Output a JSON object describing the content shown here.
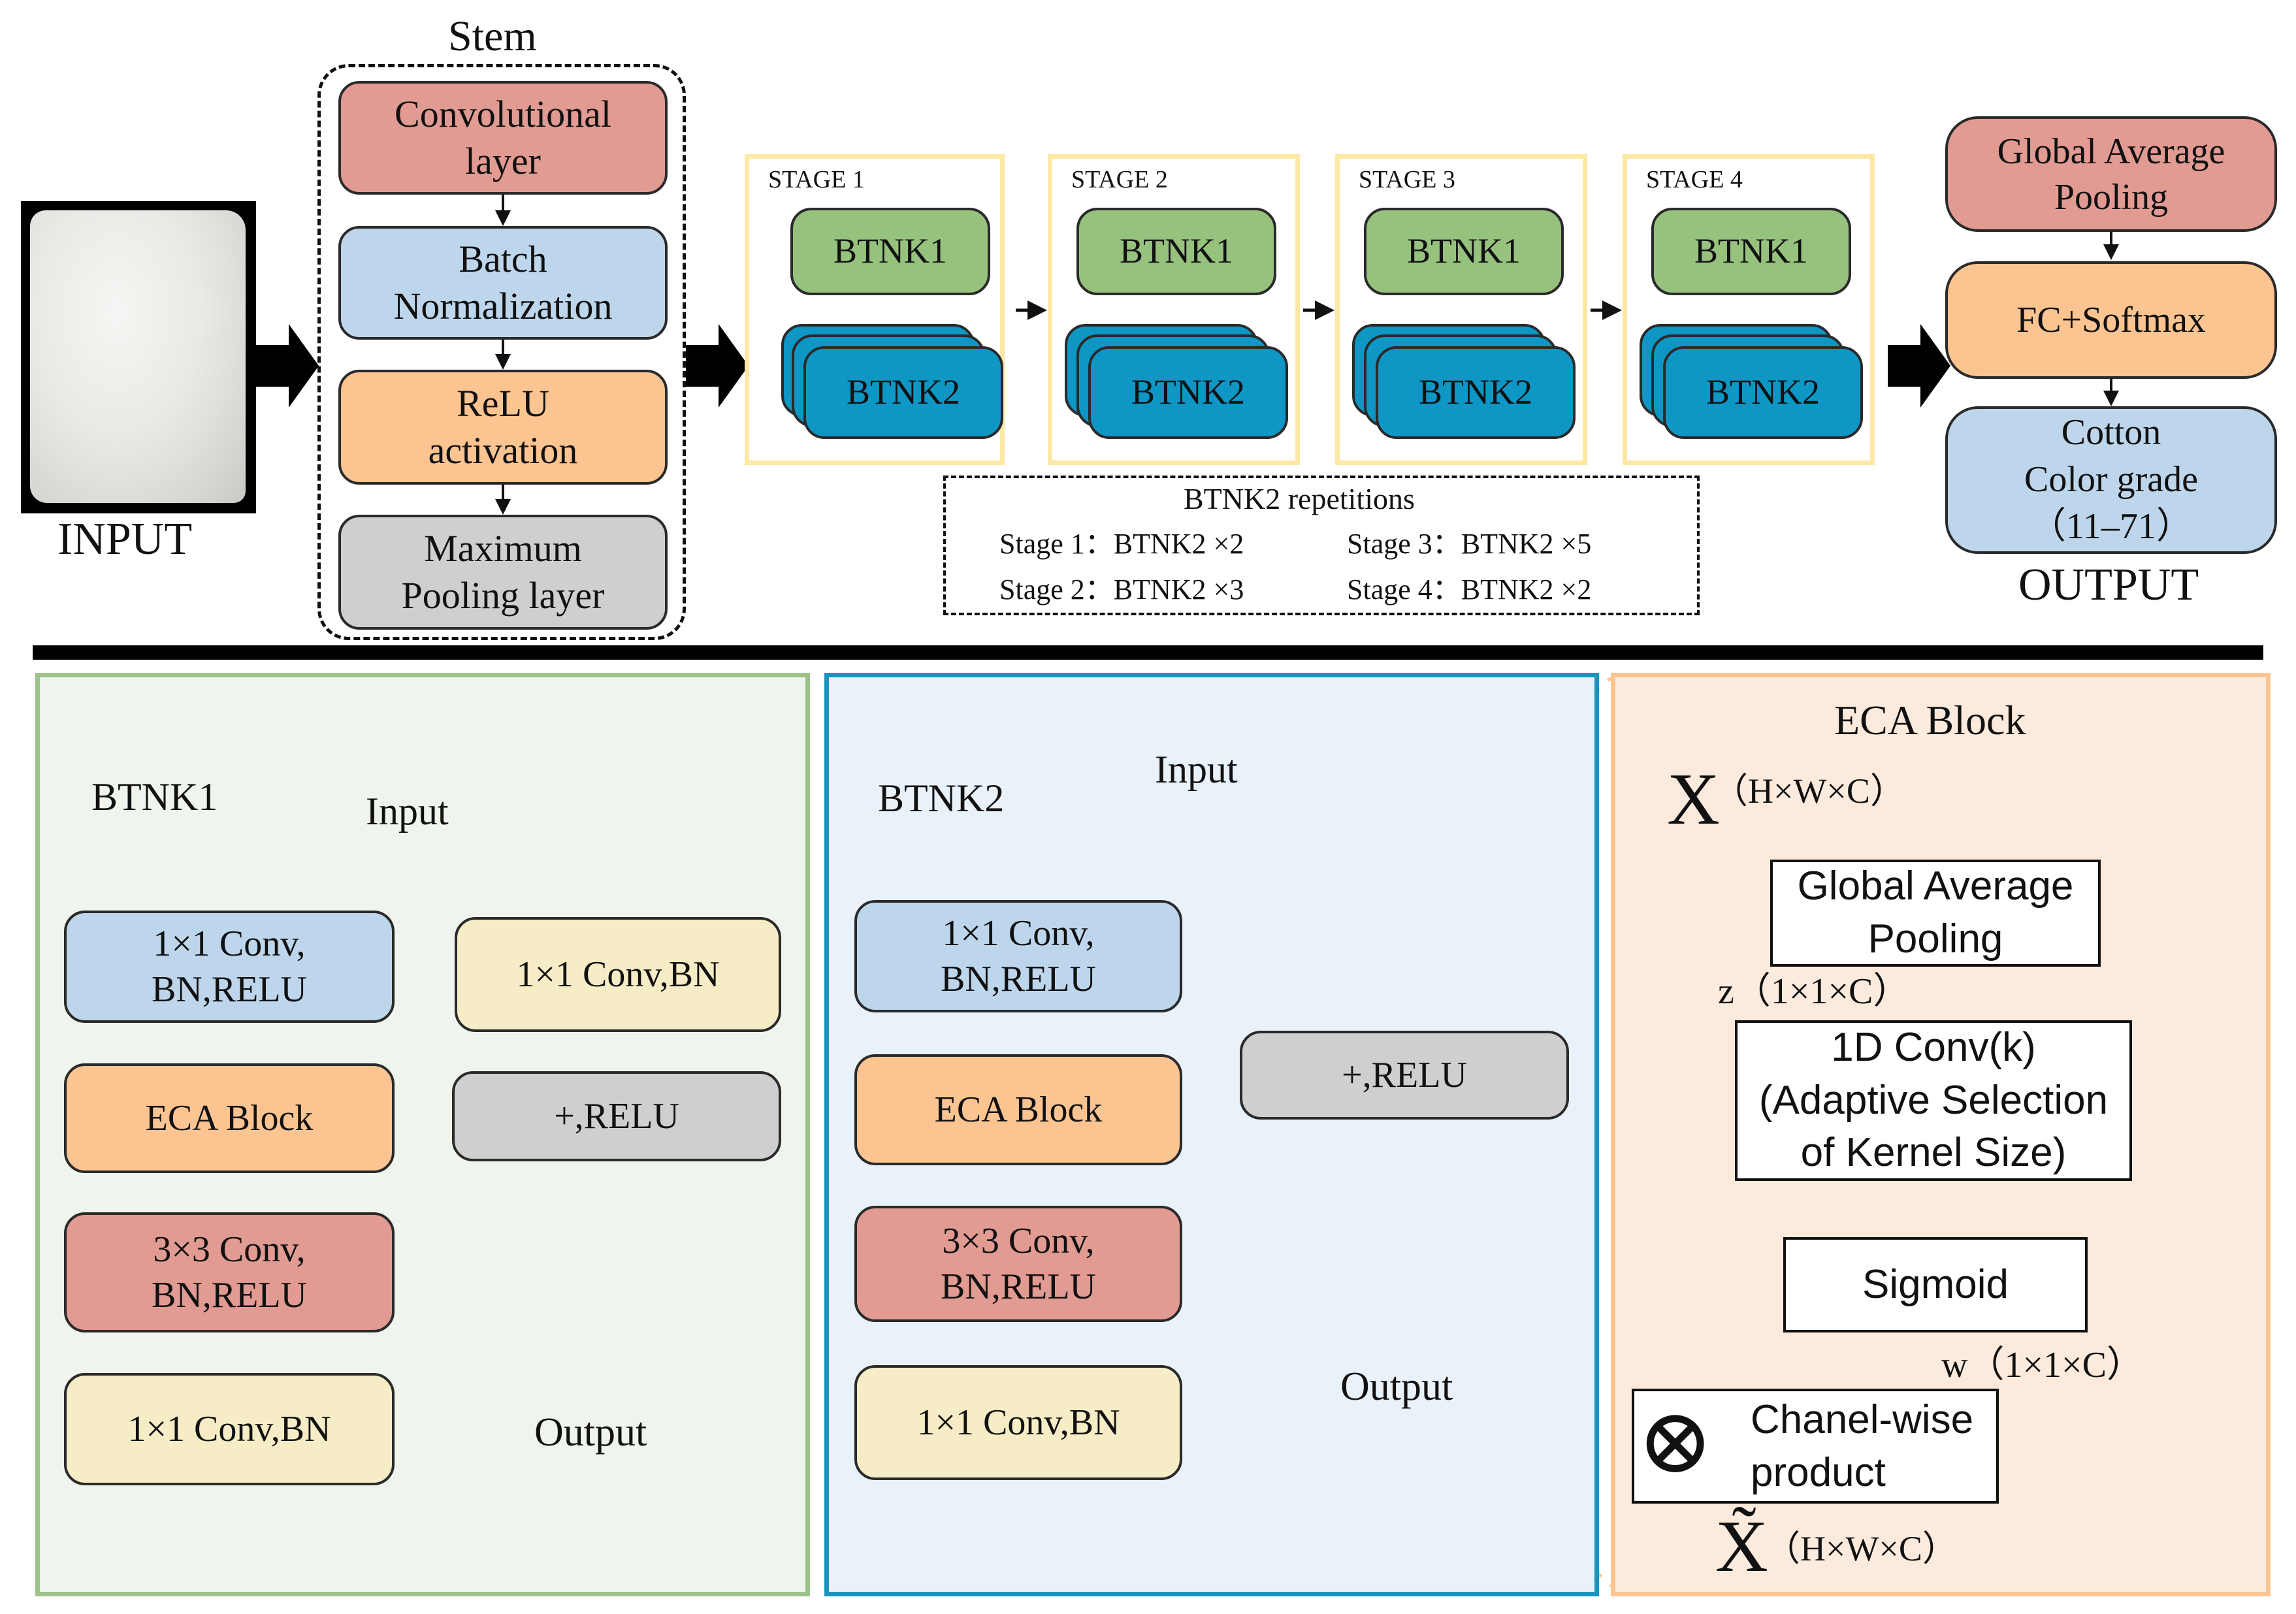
{
  "top": {
    "input_label": "INPUT",
    "output_label": "OUTPUT",
    "stem": {
      "title": "Stem",
      "layers": [
        "Convolutional layer",
        "Batch Normalization",
        "ReLU activation",
        "Maximum Pooling layer"
      ]
    },
    "stages": [
      {
        "label": "STAGE 1",
        "btnk1": "BTNK1",
        "btnk2": "BTNK2"
      },
      {
        "label": "STAGE 2",
        "btnk1": "BTNK1",
        "btnk2": "BTNK2"
      },
      {
        "label": "STAGE 3",
        "btnk1": "BTNK1",
        "btnk2": "BTNK2"
      },
      {
        "label": "STAGE 4",
        "btnk1": "BTNK1",
        "btnk2": "BTNK2"
      }
    ],
    "repetitions": {
      "title": "BTNK2 repetitions",
      "s1": "Stage 1：BTNK2 ×2",
      "s2": "Stage 2：BTNK2 ×3",
      "s3": "Stage 3：BTNK2 ×5",
      "s4": "Stage 4：BTNK2 ×2"
    },
    "head": {
      "gap": "Global Average Pooling",
      "fc": "FC+Softmax",
      "out_line1": "Cotton",
      "out_line2": "Color grade",
      "out_line3": "（11–71）"
    }
  },
  "btnk1": {
    "title": "BTNK1",
    "input": "Input",
    "output": "Output",
    "conv1": "1×1 Conv,\nBN,RELU",
    "eca": "ECA Block",
    "conv3": "3×3 Conv,\nBN,RELU",
    "conv1b": "1×1 Conv,BN",
    "shortcut": "1×1 Conv,BN",
    "add": "+,RELU"
  },
  "btnk2": {
    "title": "BTNK2",
    "input": "Input",
    "output": "Output",
    "conv1": "1×1 Conv,\nBN,RELU",
    "eca": "ECA Block",
    "conv3": "3×3 Conv,\nBN,RELU",
    "conv1b": "1×1 Conv,BN",
    "add": "+,RELU"
  },
  "eca": {
    "title": "ECA Block",
    "x_symbol": "X",
    "x_dims": "（H×W×C）",
    "gap": "Global Average\nPooling",
    "z_label": "z（1×1×C）",
    "conv": "1D Conv(k)\n(Adaptive Selection\nof Kernel Size)",
    "sigmoid": "Sigmoid",
    "w_label": "w（1×1×C）",
    "product_symbol": "⊗",
    "product": "Chanel-wise\nproduct",
    "xt_symbol": "X̃",
    "xt_dims": "（H×W×C）"
  },
  "colors": {
    "red": "#e19b92",
    "blue": "#bed6ec",
    "orange": "#fcc491",
    "gray": "#cfcfcf",
    "cream": "#f6edc7",
    "green": "#97c27e",
    "teal": "#0e96c4",
    "panel_green": "#9dc38a",
    "panel_blue": "#1994bf",
    "panel_orange": "#fbc591",
    "stage_frame": "#fde8a4"
  }
}
